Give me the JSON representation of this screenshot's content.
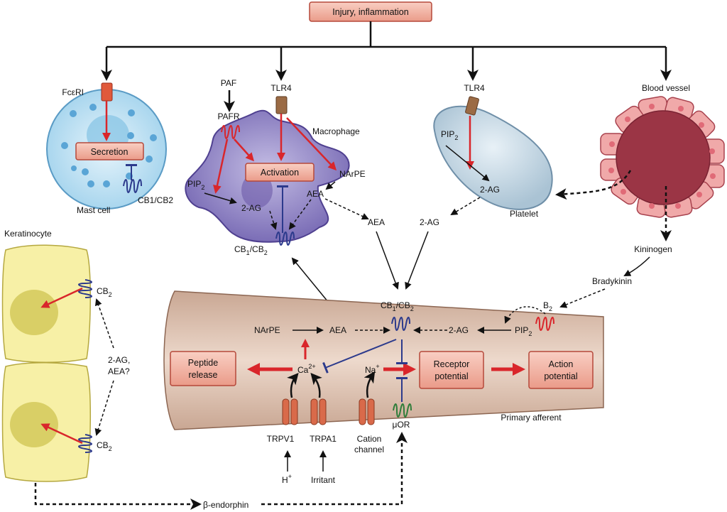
{
  "top": {
    "injury": "Injury, inflammation"
  },
  "mast_cell": {
    "receptor": "FcεRI",
    "secretion": "Secretion",
    "cb_label": "CB1/CB2",
    "name": "Mast cell"
  },
  "macrophage": {
    "paf": "PAF",
    "pafr": "PAFR",
    "tlr4": "TLR4",
    "name": "Macrophage",
    "activation": "Activation",
    "narpe": "NArPE",
    "pip": "PIP",
    "pip_sub": "2",
    "aea": "AEA",
    "two_ag": "2-AG",
    "cb": "CB",
    "cb_sub1": "1",
    "cb_slash": "/CB",
    "cb_sub2": "2"
  },
  "platelet": {
    "tlr4": "TLR4",
    "pip": "PIP",
    "pip_sub": "2",
    "two_ag": "2-AG",
    "name": "Platelet"
  },
  "blood_vessel": {
    "name": "Blood vessel",
    "kininogen": "Kininogen",
    "bradykinin": "Bradykinin"
  },
  "middle": {
    "aea": "AEA",
    "two_ag": "2-AG"
  },
  "keratinocyte": {
    "name": "Keratinocyte",
    "cb": "CB",
    "cb_sub": "2",
    "question_line1": "2-AG,",
    "question_line2": "AEA?"
  },
  "afferent": {
    "cb": "CB",
    "cb_sub1": "1",
    "cb_slash": "/CB",
    "cb_sub2": "2",
    "narpe": "NArPE",
    "aea": "AEA",
    "two_ag": "2-AG",
    "pip": "PIP",
    "pip_sub": "2",
    "b2": "B",
    "b2_sub": "2",
    "peptide_line1": "Peptide",
    "peptide_line2": "release",
    "ca": "Ca",
    "ca_sup": "2+",
    "na": "Na",
    "na_sup": "+",
    "receptor_line1": "Receptor",
    "receptor_line2": "potential",
    "action_line1": "Action",
    "action_line2": "potential",
    "name": "Primary afferent",
    "trpv1": "TRPV1",
    "trpa1": "TRPA1",
    "cation_line1": "Cation",
    "cation_line2": "channel",
    "muor": "μOR",
    "h": "H",
    "h_sup": "+",
    "irritant": "Irritant"
  },
  "bottom": {
    "endorphin": "β-endorphin"
  },
  "colors": {
    "box_fill": "#f2b4a4",
    "box_stroke": "#b5483a",
    "red_arrow": "#d9262b",
    "blue_inhibit": "#2c3a8c",
    "mast_fill": "#cde8f6",
    "macrophage_fill": "#8a7ec0",
    "platelet_fill": "#c5d9e6",
    "vessel_fill": "#9b3545",
    "keratinocyte_fill": "#f7f0a6",
    "afferent_fill": "#d9b9a4"
  }
}
